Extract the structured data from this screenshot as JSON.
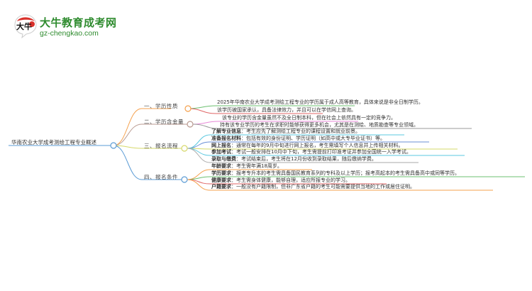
{
  "logo": {
    "icon": "da-niu-brush-logo-icon",
    "icon_text": "大牛",
    "title": "大牛教育成考网",
    "url": "gz-chengkao.com"
  },
  "mindmap": {
    "root": "华南农业大学成考测绘工程专业概述",
    "branches": [
      {
        "label": "一、学历性质",
        "color": "#f5a14d",
        "children": [
          {
            "text": "2025年华南农业大学成考测绘工程专业的学历属于成人高等教育，具体来说是非全日制学历。",
            "color": "#6cc070"
          },
          {
            "text": "该学历被国家承认，具备法律效力，并且可以在学信网上查询。",
            "color": "#e06666"
          }
        ]
      },
      {
        "label": "二、学历含金量",
        "color": "#b99a90",
        "children": [
          {
            "text": "该专业的学历含金量虽然不及全日制本科，但在社会上依然具有一定的竞争力。",
            "color": "#e88ad8"
          },
          {
            "text": "持有该专业学历的考生在求职时能够获得更多机会，尤其是在测绘、地质勘查等专业领域。",
            "color": "#999999"
          }
        ]
      },
      {
        "label": "三、报名流程",
        "color": "#d6d86a",
        "children": [
          {
            "key": "了解专业信息",
            "text": "：考生应先了解测绘工程专业的课程设置和就业前景。",
            "color": "#5bc8e0"
          },
          {
            "key": "准备报名材料",
            "text": "：包括有效的身份证明、学历证明（如高中或大专毕业证书）等。",
            "color": "#6b8fd6"
          },
          {
            "key": "网上报名",
            "text": "：通常在每年的9月中旬进行网上报名，考生需填写个人信息并上传相关材料。",
            "color": "#d6d86a"
          },
          {
            "key": "参加考试",
            "text": "：考试一般安排在10月中下旬，考生需提前打印准考证并参加全国统一入学考试。",
            "color": "#5bc8e0"
          },
          {
            "key": "录取与缴费",
            "text": "：考试结束后，考生将在12月份收到录取结果，随后缴纳学费。",
            "color": "#aaaaaa"
          }
        ]
      },
      {
        "label": "四、报名条件",
        "color": "#5b9bd5",
        "children": [
          {
            "key": "年龄要求",
            "text": "：考生需年满18周岁。",
            "color": "#f5a14d"
          },
          {
            "key": "学历要求",
            "text": "：报考专升本的考生需具备国民教育系列的专科及以上学历；报考高起本的考生需具备高中或同等学历。",
            "color": "#6cc070"
          },
          {
            "key": "健康要求",
            "text": "：考生需身体健康，能够自理，适应所报专业的学习。",
            "color": "#e06666"
          },
          {
            "key": "户籍要求",
            "text": "：一般没有户籍限制，但非广东省户籍的考生可能需要提供当地的工作或居住证明。",
            "color": "#f5a14d"
          }
        ]
      }
    ]
  }
}
